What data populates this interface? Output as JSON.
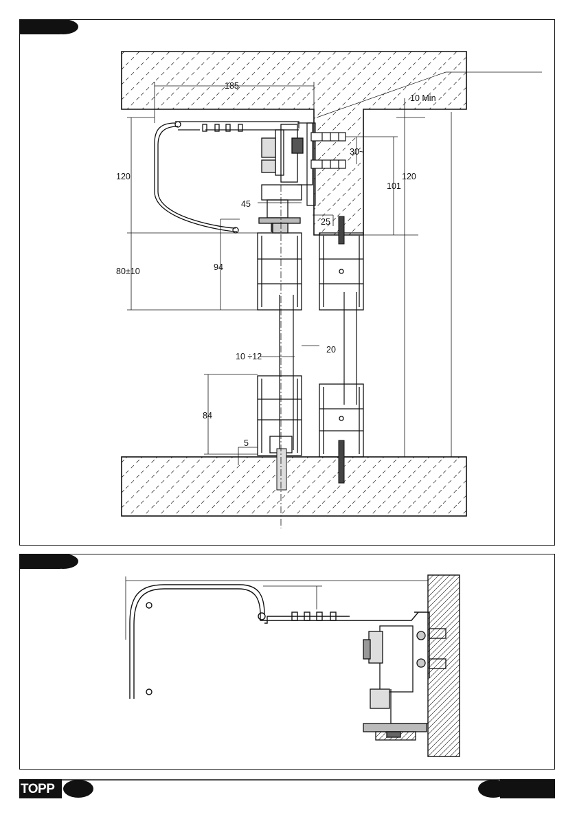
{
  "logo": {
    "text": "TOPP"
  },
  "figure1": {
    "dimensions": {
      "d185": "185",
      "d10min": "10 Min",
      "d30": "30~",
      "d101": "101",
      "d120_left": "120",
      "d120_right": "120",
      "d45": "45",
      "d25": "25",
      "d94": "94",
      "d80": "80±10",
      "d20": "20",
      "d10_12": "10 ÷12",
      "d84": "84",
      "d5": "5"
    }
  },
  "colors": {
    "ink": "#111111",
    "hatch": "#333333",
    "paper": "#ffffff"
  }
}
